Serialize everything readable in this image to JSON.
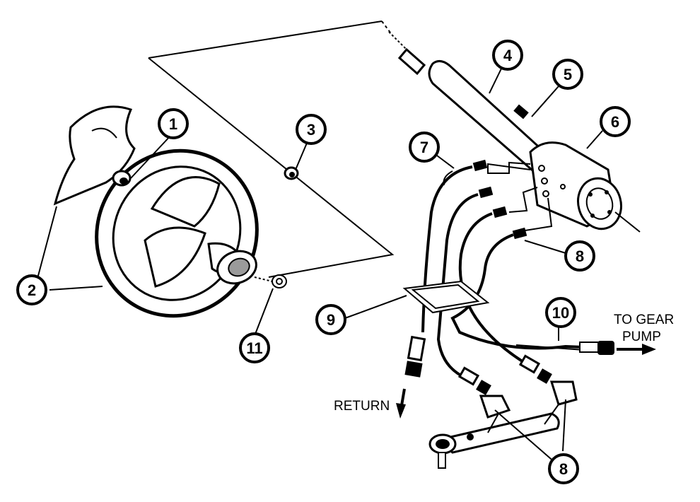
{
  "callouts": [
    {
      "id": "c1",
      "label": "1"
    },
    {
      "id": "c2",
      "label": "2"
    },
    {
      "id": "c3",
      "label": "3"
    },
    {
      "id": "c4",
      "label": "4"
    },
    {
      "id": "c5",
      "label": "5"
    },
    {
      "id": "c6",
      "label": "6"
    },
    {
      "id": "c7",
      "label": "7"
    },
    {
      "id": "c8a",
      "label": "8"
    },
    {
      "id": "c8b",
      "label": "8"
    },
    {
      "id": "c9",
      "label": "9"
    },
    {
      "id": "c10",
      "label": "10"
    },
    {
      "id": "c11",
      "label": "11"
    }
  ],
  "labels": {
    "return": "RETURN",
    "to_gear_pump_line1": "TO GEAR",
    "to_gear_pump_line2": "PUMP"
  }
}
